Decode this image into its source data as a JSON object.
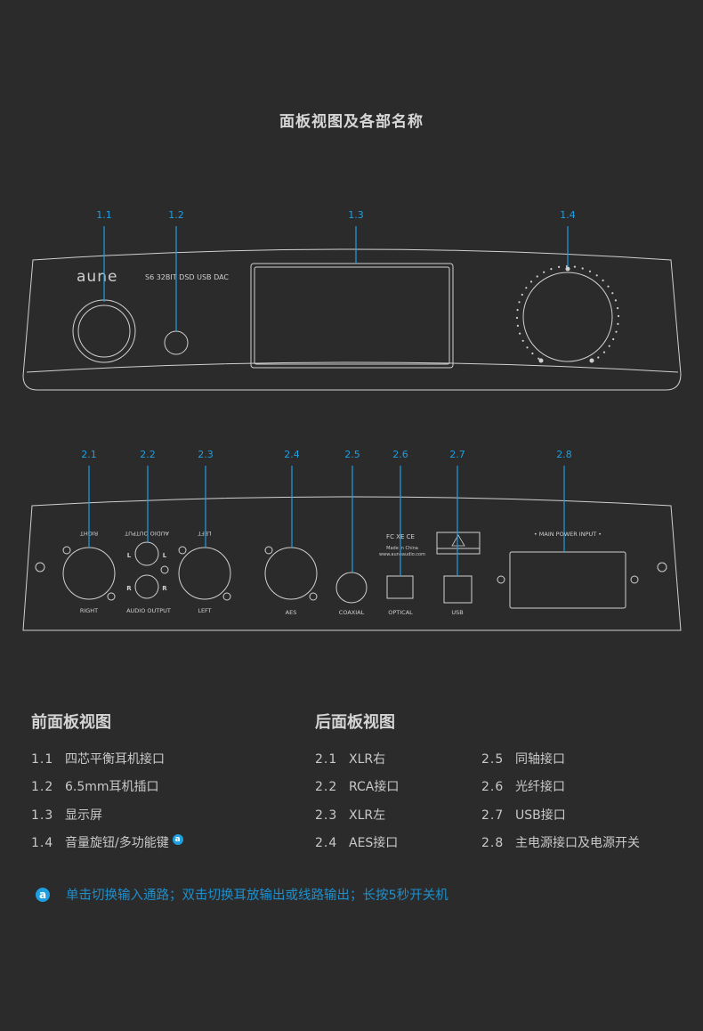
{
  "title": "面板视图及各部名称",
  "colors": {
    "background": "#2b2b2c",
    "accent": "#1e9fe0",
    "line": "#d0d0d0"
  },
  "front_panel": {
    "brand": "aune",
    "model": "S6 32BIT DSD USB DAC",
    "callouts": [
      "1.1",
      "1.2",
      "1.3",
      "1.4"
    ]
  },
  "rear_panel": {
    "callouts": [
      "2.1",
      "2.2",
      "2.3",
      "2.4",
      "2.5",
      "2.6",
      "2.7",
      "2.8"
    ],
    "top_labels": {
      "right": "RIGHT",
      "audio_output": "AUDIO OUTPUT",
      "left": "LEFT"
    },
    "ch_labels": {
      "l1": "L",
      "l2": "L",
      "r1": "R",
      "r2": "R"
    },
    "bottom_labels": {
      "right": "RIGHT",
      "audio_output": "AUDIO OUTPUT",
      "left": "LEFT",
      "aes": "AES",
      "coaxial": "COAXIAL",
      "optical": "OPTICAL",
      "usb": "USB"
    },
    "cert": "FC ⅩE CE",
    "made_in": "Made in China",
    "website": "www.auneaudio.com",
    "power_label": "• MAIN POWER INPUT •"
  },
  "front_legend": {
    "heading": "前面板视图",
    "items": [
      {
        "num": "1.1",
        "text": "四芯平衡耳机接口"
      },
      {
        "num": "1.2",
        "text": "6.5mm耳机插口"
      },
      {
        "num": "1.3",
        "text": "显示屏"
      },
      {
        "num": "1.4",
        "text": "音量旋钮/多功能键"
      }
    ],
    "mark": "a"
  },
  "rear_legend": {
    "heading": "后面板视图",
    "col1": [
      {
        "num": "2.1",
        "text": "XLR右"
      },
      {
        "num": "2.2",
        "text": "RCA接口"
      },
      {
        "num": "2.3",
        "text": "XLR左"
      },
      {
        "num": "2.4",
        "text": "AES接口"
      }
    ],
    "col2": [
      {
        "num": "2.5",
        "text": "同轴接口"
      },
      {
        "num": "2.6",
        "text": "光纤接口"
      },
      {
        "num": "2.7",
        "text": "USB接口"
      },
      {
        "num": "2.8",
        "text": "主电源接口及电源开关"
      }
    ]
  },
  "footnote": {
    "mark": "a",
    "text": "单击切换输入通路；双击切换耳放输出或线路输出；长按5秒开关机"
  }
}
